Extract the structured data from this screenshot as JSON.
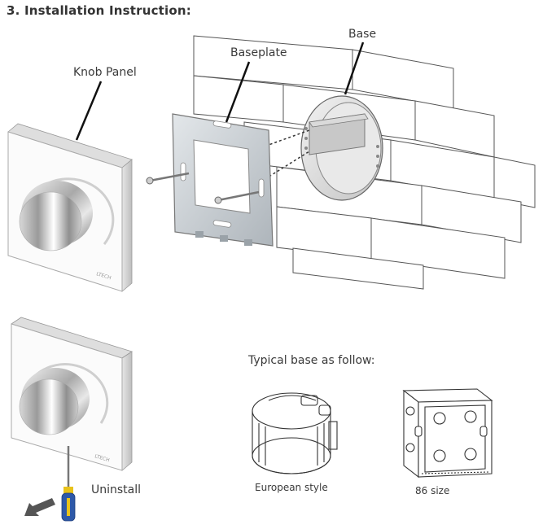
{
  "section_title": "3. Installation Instruction:",
  "labels": {
    "knob_panel": "Knob Panel",
    "baseplate": "Baseplate",
    "base": "Base",
    "uninstall": "Uninstall",
    "typical_base": "Typical base as follow:",
    "european_style": "European style",
    "size_86": "86 size"
  },
  "brand_mark": "LTECH",
  "colors": {
    "text": "#333333",
    "wall_stroke": "#555555",
    "metal": "#c9cfd4",
    "screwdriver_blue": "#2d58a8",
    "screwdriver_yellow": "#e8c21a",
    "arrow": "#555555"
  }
}
